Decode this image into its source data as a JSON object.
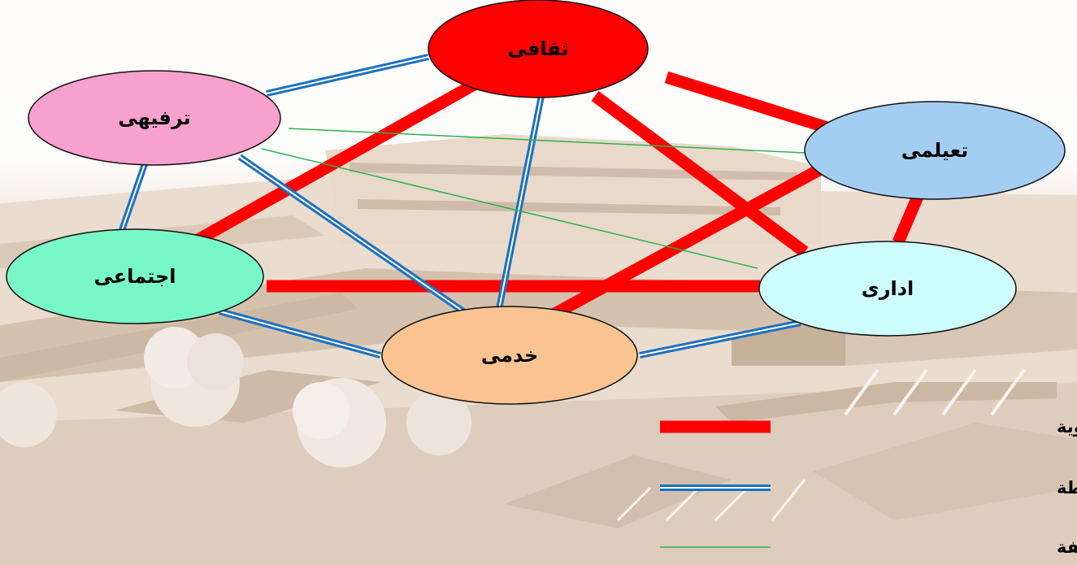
{
  "diagram": {
    "nodes": [
      {
        "id": "cultural",
        "label": "ثقافى",
        "fill": "#ff0000"
      },
      {
        "id": "recreational",
        "label": "ترفيهى",
        "fill": "#f7a1ce"
      },
      {
        "id": "educational",
        "label": "تعيلمى",
        "fill": "#a4cdf2"
      },
      {
        "id": "social",
        "label": "اجتماعى",
        "fill": "#78f7c8"
      },
      {
        "id": "administrative",
        "label": "ادارى",
        "fill": "#cdfdfd"
      },
      {
        "id": "service",
        "label": "خدمى",
        "fill": "#f9c392"
      }
    ],
    "relations": [
      {
        "from": "cultural",
        "to": "educational",
        "strength": "strong"
      },
      {
        "from": "cultural",
        "to": "social",
        "strength": "strong"
      },
      {
        "from": "cultural",
        "to": "administrative",
        "strength": "strong"
      },
      {
        "from": "educational",
        "to": "administrative",
        "strength": "strong"
      },
      {
        "from": "educational",
        "to": "service",
        "strength": "strong"
      },
      {
        "from": "social",
        "to": "administrative",
        "strength": "strong"
      },
      {
        "from": "cultural",
        "to": "recreational",
        "strength": "medium"
      },
      {
        "from": "cultural",
        "to": "service",
        "strength": "medium"
      },
      {
        "from": "recreational",
        "to": "social",
        "strength": "medium"
      },
      {
        "from": "recreational",
        "to": "service",
        "strength": "medium"
      },
      {
        "from": "social",
        "to": "service",
        "strength": "medium"
      },
      {
        "from": "service",
        "to": "administrative",
        "strength": "medium"
      },
      {
        "from": "recreational",
        "to": "educational",
        "strength": "weak"
      },
      {
        "from": "recreational",
        "to": "administrative",
        "strength": "weak"
      }
    ]
  },
  "legend": {
    "strong": "علاقة قوية",
    "medium": "علاقة متوسطة",
    "weak": "علاقة ضعيفة"
  },
  "colors": {
    "strong": "#ff0000",
    "medium": "#1a70c2",
    "weak": "#2fb34c"
  }
}
